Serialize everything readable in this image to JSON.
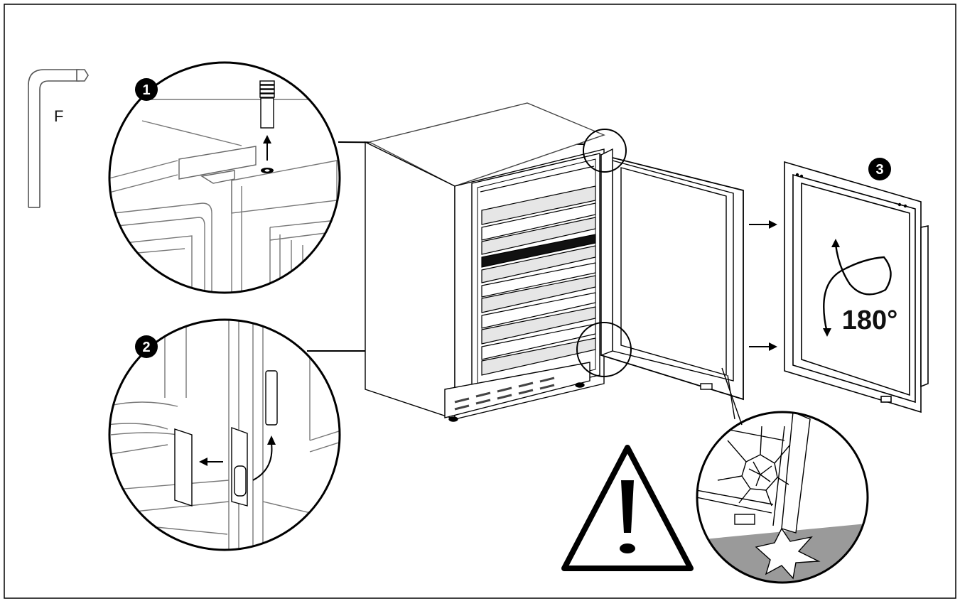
{
  "tool": {
    "label": "F"
  },
  "steps": [
    {
      "number": "1"
    },
    {
      "number": "2"
    },
    {
      "number": "3"
    }
  ],
  "door_rotation": {
    "label": "180°"
  },
  "warning": {
    "icon": "exclamation-triangle-icon"
  },
  "colors": {
    "line": "#000000",
    "floor": "#9a9a9a",
    "paper": "#ffffff"
  }
}
